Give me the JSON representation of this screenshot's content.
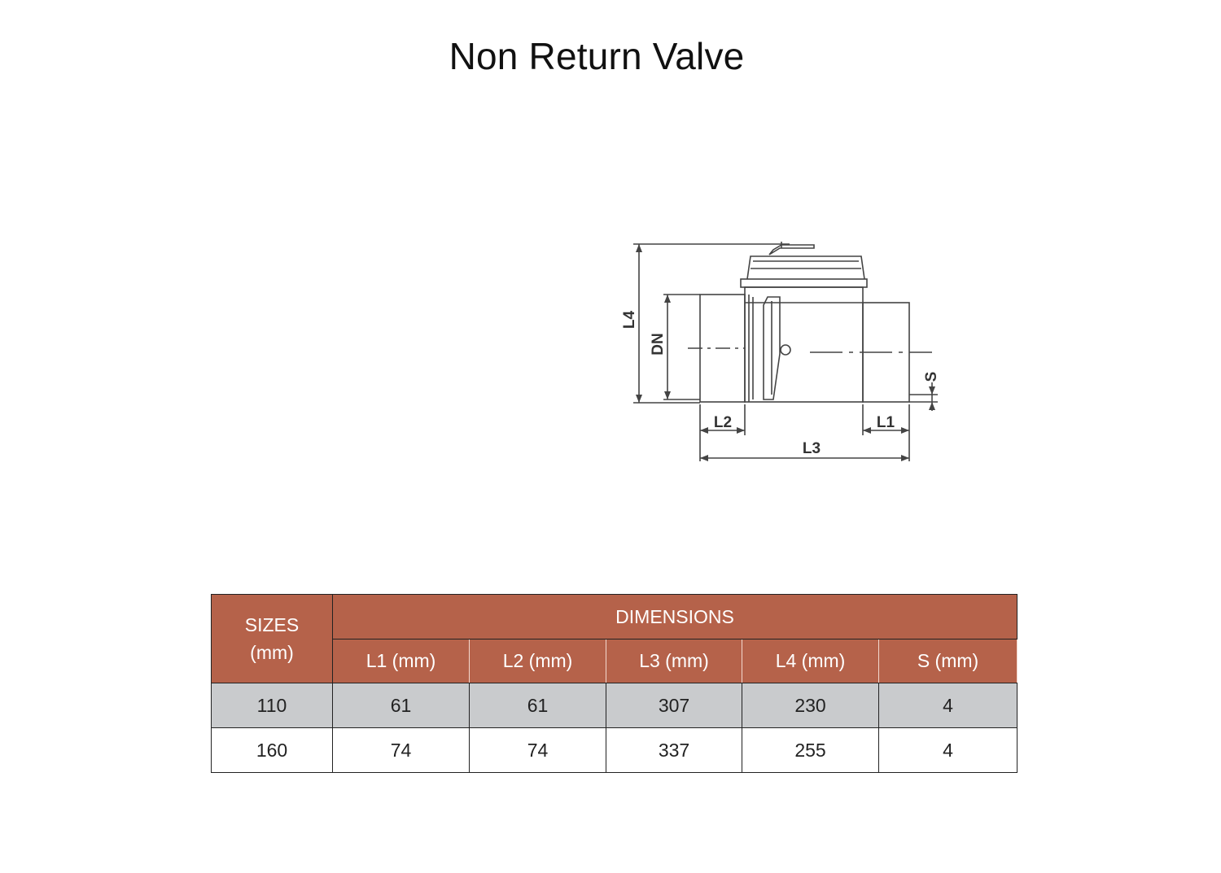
{
  "title": "Non Return Valve",
  "drawing": {
    "labels": {
      "l4": "L4",
      "dn": "DN",
      "s": "S",
      "l2": "L2",
      "l1": "L1",
      "l3": "L3"
    }
  },
  "table": {
    "sizes_header": [
      "SIZES",
      "(mm)"
    ],
    "dimensions_header": "DIMENSIONS",
    "columns": [
      "L1 (mm)",
      "L2 (mm)",
      "L3 (mm)",
      "L4 (mm)",
      "S (mm)"
    ],
    "rows": [
      [
        "110",
        "61",
        "61",
        "307",
        "230",
        "4"
      ],
      [
        "160",
        "74",
        "74",
        "337",
        "255",
        "4"
      ]
    ],
    "colors": {
      "header_bg": "#b5624a",
      "shaded_row": "#c9cbcd"
    }
  }
}
